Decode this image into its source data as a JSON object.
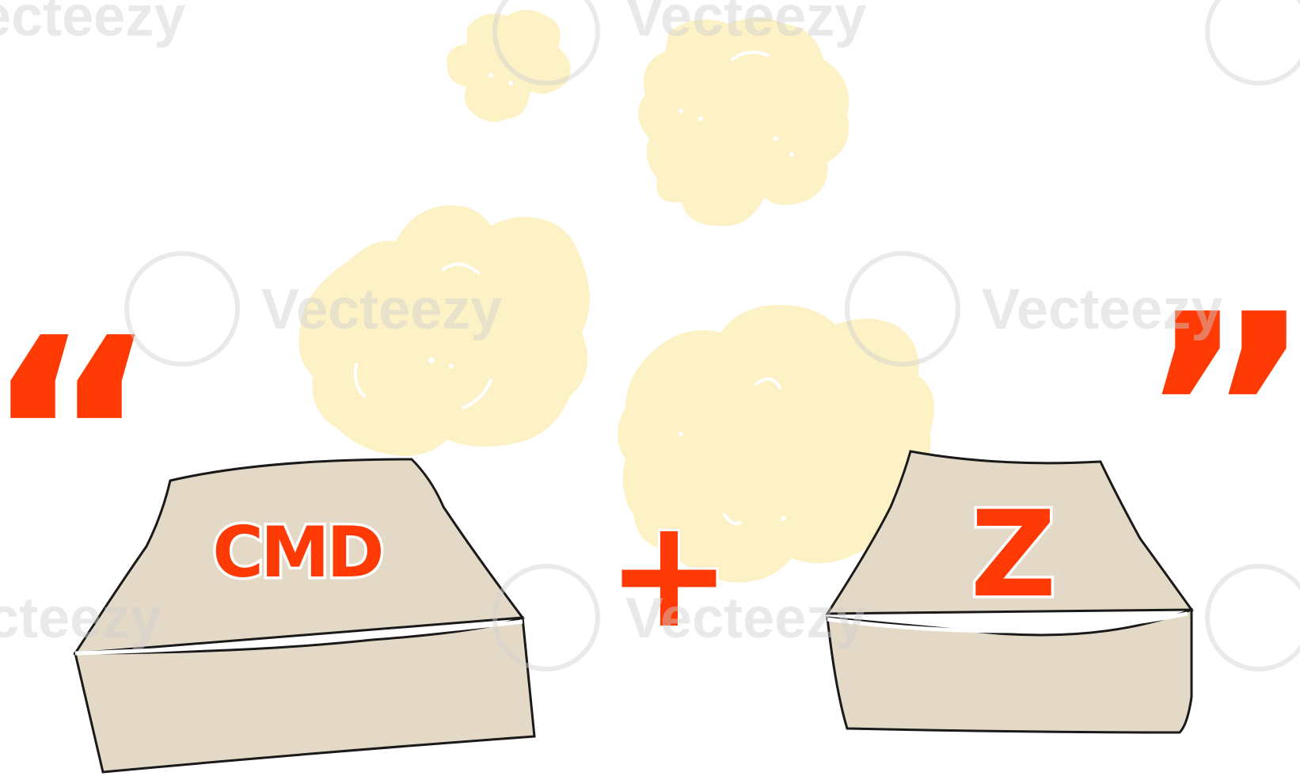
{
  "illustration": {
    "keys": {
      "left_label": "CMD",
      "right_label": "Z"
    },
    "operator": "+",
    "quote_marks": {
      "open": "“",
      "close": "”"
    }
  },
  "watermark": {
    "text": "Vecteezy"
  },
  "colors": {
    "background": "#ffffff",
    "accent": "#ff3a05",
    "key_fill": "#e3d9c6",
    "smoke_fill": "#fdf1c6",
    "outline": "#1a1a1a",
    "watermark": "#d8d8d8"
  }
}
